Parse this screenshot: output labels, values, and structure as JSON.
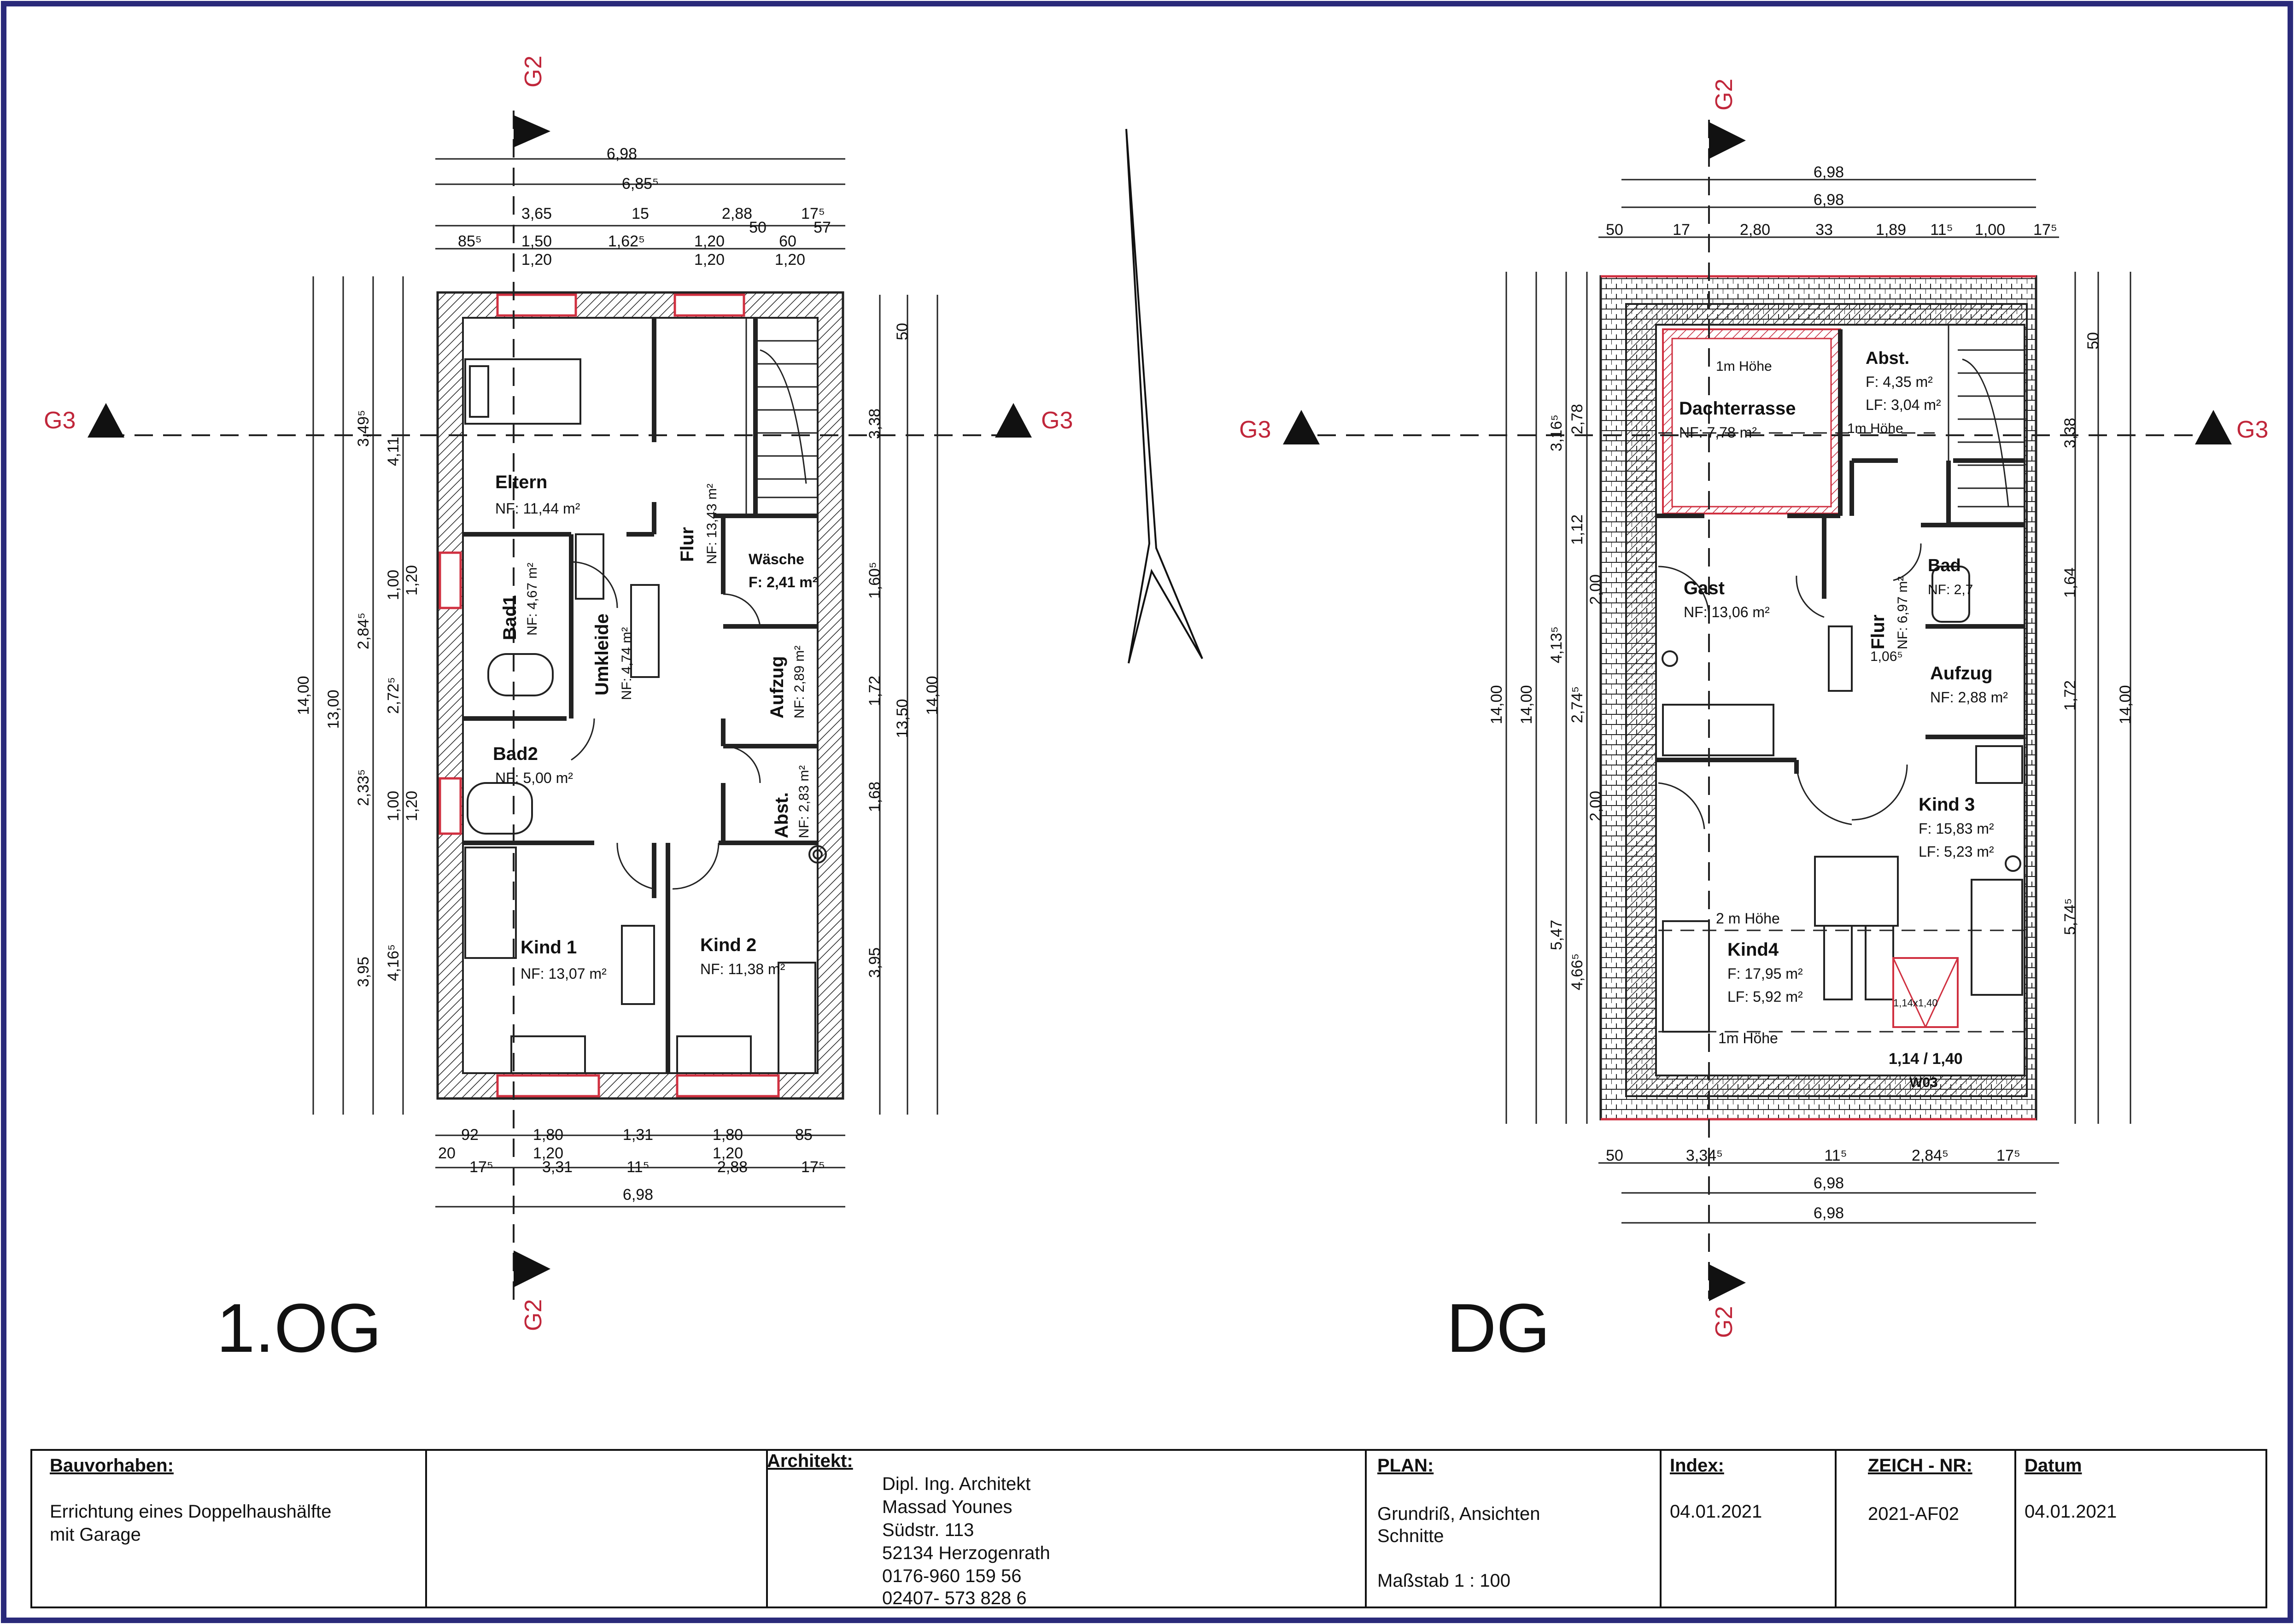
{
  "plans": {
    "og": {
      "label": "1.OG",
      "rooms": {
        "eltern": {
          "name": "Eltern",
          "area": "NF: 11,44 m²"
        },
        "bad1": {
          "name": "Bad1",
          "area": "NF: 4,67 m²"
        },
        "umkleide": {
          "name": "Umkleide",
          "area": "NF: 4,74 m²"
        },
        "flur": {
          "name": "Flur",
          "area": "NF: 13,43 m²"
        },
        "waesche": {
          "name": "Wäsche",
          "area": "F: 2,41 m²"
        },
        "aufzug": {
          "name": "Aufzug",
          "area": "NF: 2,89 m²"
        },
        "bad2": {
          "name": "Bad2",
          "area": "NF: 5,00 m²"
        },
        "abst": {
          "name": "Abst.",
          "area": "NF: 2,83 m²"
        },
        "kind1": {
          "name": "Kind 1",
          "area": "NF: 13,07 m²"
        },
        "kind2": {
          "name": "Kind 2",
          "area": "NF: 11,38 m²"
        }
      },
      "dims_top": [
        "6,98",
        "6,85⁵",
        "3,65",
        "15",
        "2,88",
        "17⁵",
        "85⁵",
        "1,50",
        "1,62⁵",
        "1,20",
        "50",
        "60",
        "57",
        "1,20",
        "1,20",
        "1,20"
      ],
      "dims_bottom": [
        "92",
        "1,80",
        "1,31",
        "1,80",
        "85",
        "20",
        "1,20",
        "1,20",
        "17⁵",
        "3,31",
        "11⁵",
        "2,88",
        "17⁵",
        "6,98"
      ],
      "dims_left": [
        "14,00",
        "13,00",
        "4,11",
        "3,49⁵",
        "2,84⁵",
        "2,72⁵",
        "2,33⁵",
        "4,16⁵",
        "3,95",
        "1,00",
        "1,20",
        "1,00",
        "1,20"
      ],
      "dims_right": [
        "14,00",
        "13,50",
        "3,38",
        "1,60⁵",
        "1,72",
        "1,68",
        "3,95",
        "50"
      ]
    },
    "dg": {
      "label": "DG",
      "rooms": {
        "dachterrasse": {
          "name": "Dachterrasse",
          "area": "NF: 7,78 m²",
          "note": "1m Höhe"
        },
        "abst": {
          "name": "Abst.",
          "area1": "F: 4,35 m²",
          "area2": "LF: 3,04 m²",
          "note": "1m Höhe"
        },
        "gast": {
          "name": "Gast",
          "area": "NF: 13,06 m²"
        },
        "bad": {
          "name": "Bad",
          "area": "NF: 2,7"
        },
        "flur": {
          "name": "Flur",
          "area": "NF: 6,97 m²",
          "dim": "1,06⁵"
        },
        "aufzug": {
          "name": "Aufzug",
          "area": "NF: 2,88 m²"
        },
        "kind3": {
          "name": "Kind 3",
          "area1": "F: 15,83 m²",
          "area2": "LF: 5,23 m²"
        },
        "kind4": {
          "name": "Kind4",
          "area1": "F: 17,95 m²",
          "area2": "LF: 5,92 m²",
          "note_top": "2 m Höhe",
          "note_bottom": "1m Höhe"
        },
        "window": {
          "size": "1,14 / 1,40",
          "id": "W03",
          "small": "1,14x1,40"
        }
      },
      "dims_top": [
        "6,98",
        "6,98",
        "50",
        "17",
        "2,80",
        "33",
        "1,89",
        "11⁵",
        "1,00",
        "17⁵"
      ],
      "dims_bottom": [
        "50",
        "3,34⁵",
        "11⁵",
        "2,84⁵",
        "17⁵",
        "6,98",
        "6,98"
      ],
      "dims_left": [
        "14,00",
        "14,00",
        "2,78",
        "3,16⁵",
        "4,13⁵",
        "2,74⁵",
        "5,47",
        "4,66⁵",
        "1,12",
        "2,00",
        "2,00"
      ],
      "dims_right": [
        "14,00",
        "3,38",
        "1,64",
        "1,72",
        "5,74⁵",
        "50"
      ]
    },
    "section_markers": [
      "G2",
      "G3"
    ]
  },
  "title_block": {
    "bauvorhaben": {
      "label": "Bauvorhaben:",
      "line1": "Errichtung eines Doppelhaushälfte",
      "line2": "mit Garage"
    },
    "architekt": {
      "label": "Architekt:",
      "lines": [
        "Dipl. Ing. Architekt",
        "Massad Younes",
        "Südstr. 113",
        "52134 Herzogenrath",
        "0176-960 159 56",
        "02407- 573 828 6"
      ]
    },
    "plan": {
      "label": "PLAN:",
      "line1": "Grundriß, Ansichten",
      "line2": "Schnitte",
      "scale": "Maßstab 1 : 100"
    },
    "index": {
      "label": "Index:",
      "value": "04.01.2021"
    },
    "zeich_nr": {
      "label": "ZEICH - NR:",
      "value": "2021-AF02"
    },
    "datum": {
      "label": "Datum",
      "value": "04.01.2021"
    }
  },
  "colors": {
    "frame": "#2a2a7a",
    "section": "#c0263a",
    "wall": "#222222",
    "red_wall": "#d03040"
  }
}
